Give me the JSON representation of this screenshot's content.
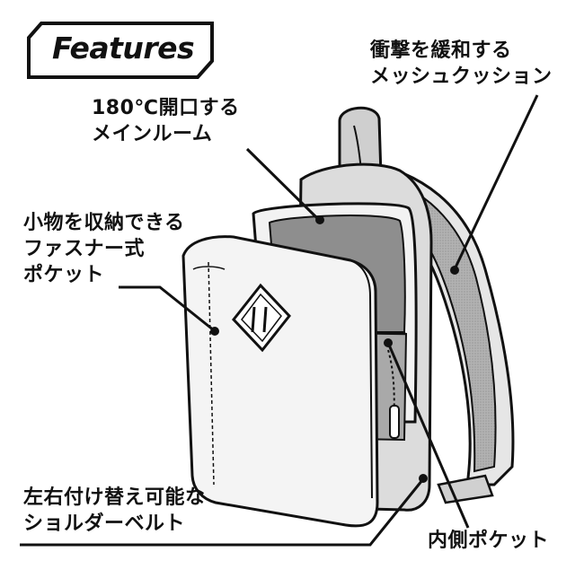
{
  "title": "Features",
  "callouts": {
    "main_room": [
      "180℃開口する",
      "メインルーム"
    ],
    "mesh_cushion": [
      "衝撃を緩和する",
      "メッシュクッション"
    ],
    "zip_pocket": [
      "小物を収納できる",
      "ファスナー式",
      "ポケット"
    ],
    "shoulder_belt": [
      "左右付け替え可能な",
      "ショルダーベルト"
    ],
    "inner_pocket": [
      "内側ポケット"
    ]
  },
  "colors": {
    "ink": "#111111",
    "panel": "#f4f4f4",
    "mesh": "#aaaaaa",
    "inner": "#8e8e8e"
  }
}
